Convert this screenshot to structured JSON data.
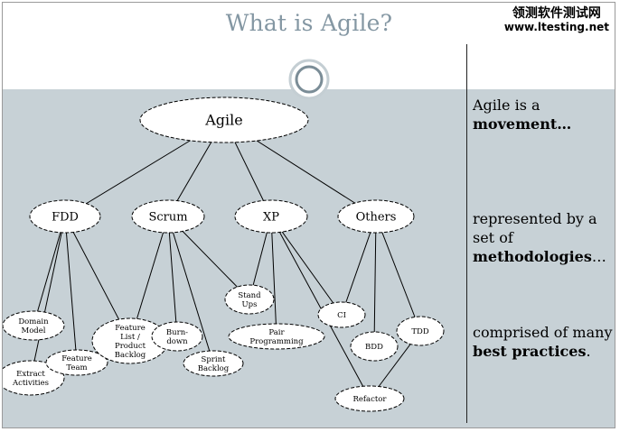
{
  "slide": {
    "title": "What is Agile?",
    "watermark": {
      "line1": "领测软件测试网",
      "line2": "www.ltesting.net"
    }
  },
  "side_panel": [
    {
      "text": "Agile is a",
      "bold": "movement…",
      "after": ""
    },
    {
      "text": "represented by a set of",
      "bold": "methodologies",
      "after": "…"
    },
    {
      "text": "comprised of many",
      "bold": "best practices",
      "after": "."
    }
  ],
  "diagram": {
    "nodes": [
      {
        "id": "agile",
        "label": [
          "Agile"
        ]
      },
      {
        "id": "fdd",
        "label": [
          "FDD"
        ]
      },
      {
        "id": "scrum",
        "label": [
          "Scrum"
        ]
      },
      {
        "id": "xp",
        "label": [
          "XP"
        ]
      },
      {
        "id": "others",
        "label": [
          "Others"
        ]
      },
      {
        "id": "domain-model",
        "label": [
          "Domain",
          "Model"
        ]
      },
      {
        "id": "extract-activities",
        "label": [
          "Extract",
          "Activities"
        ]
      },
      {
        "id": "feature-team",
        "label": [
          "Feature",
          "Team"
        ]
      },
      {
        "id": "feature-list",
        "label": [
          "Feature",
          "List /",
          "Product",
          "Backlog"
        ]
      },
      {
        "id": "burn-down",
        "label": [
          "Burn-",
          "down"
        ]
      },
      {
        "id": "sprint-backlog",
        "label": [
          "Sprint",
          "Backlog"
        ]
      },
      {
        "id": "stand-ups",
        "label": [
          "Stand",
          "Ups"
        ]
      },
      {
        "id": "pair-programming",
        "label": [
          "Pair",
          "Programming"
        ]
      },
      {
        "id": "ci",
        "label": [
          "CI"
        ]
      },
      {
        "id": "bdd",
        "label": [
          "BDD"
        ]
      },
      {
        "id": "tdd",
        "label": [
          "TDD"
        ]
      },
      {
        "id": "refactor",
        "label": [
          "Refactor"
        ]
      }
    ],
    "edges": [
      [
        "agile",
        "fdd"
      ],
      [
        "agile",
        "scrum"
      ],
      [
        "agile",
        "xp"
      ],
      [
        "agile",
        "others"
      ],
      [
        "fdd",
        "domain-model"
      ],
      [
        "fdd",
        "extract-activities"
      ],
      [
        "fdd",
        "feature-team"
      ],
      [
        "fdd",
        "feature-list"
      ],
      [
        "scrum",
        "feature-list"
      ],
      [
        "scrum",
        "burn-down"
      ],
      [
        "scrum",
        "sprint-backlog"
      ],
      [
        "scrum",
        "stand-ups"
      ],
      [
        "xp",
        "stand-ups"
      ],
      [
        "xp",
        "pair-programming"
      ],
      [
        "xp",
        "ci"
      ],
      [
        "xp",
        "refactor"
      ],
      [
        "others",
        "ci"
      ],
      [
        "others",
        "bdd"
      ],
      [
        "others",
        "tdd"
      ],
      [
        "tdd",
        "refactor"
      ]
    ]
  }
}
